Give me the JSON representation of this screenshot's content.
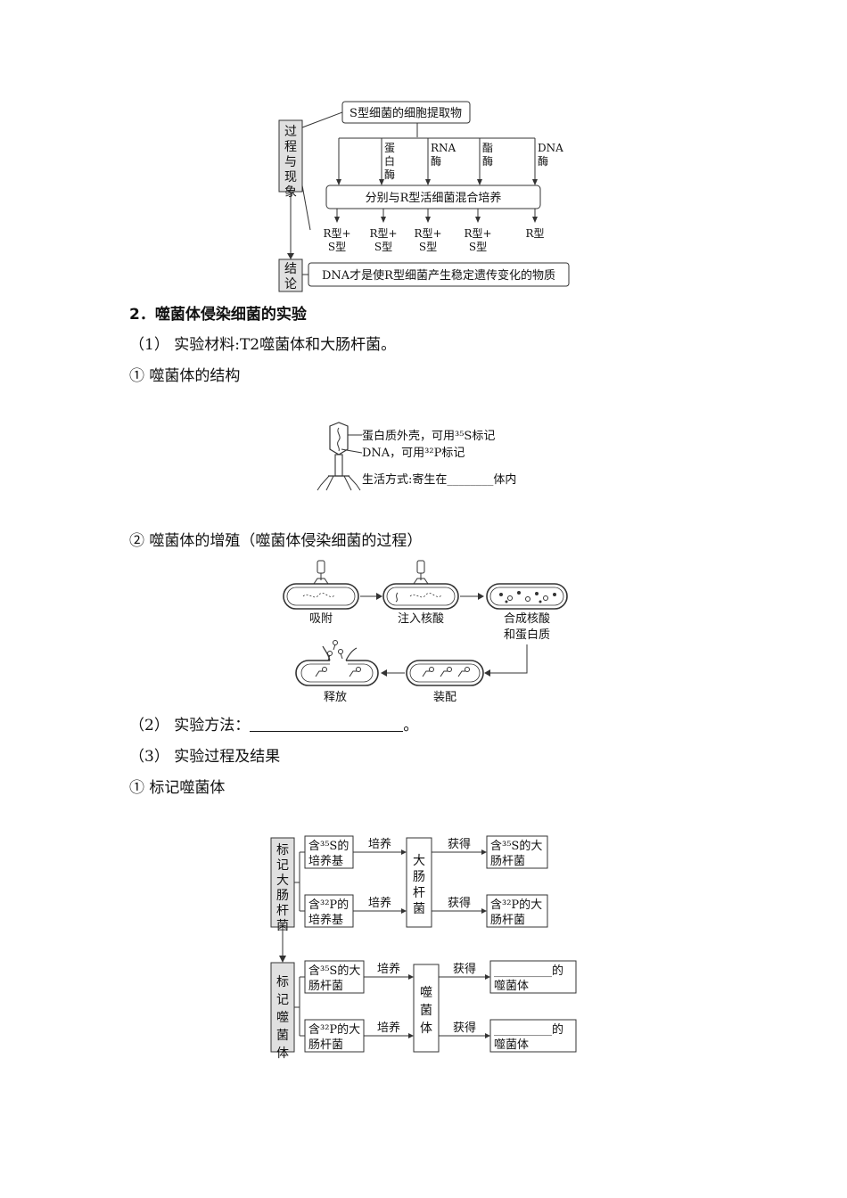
{
  "diagram1": {
    "side_top": "过程与现象",
    "side_bottom": "结论",
    "extract": "S型细菌的细胞提取物",
    "enzymes": [
      {
        "lines": [
          "蛋",
          "白",
          "酶"
        ]
      },
      {
        "lines": [
          "RNA",
          "酶"
        ]
      },
      {
        "lines": [
          "酯",
          "酶"
        ]
      },
      {
        "lines": [
          "DNA",
          "酶"
        ]
      }
    ],
    "mix": "分别与R型活细菌混合培养",
    "results": [
      {
        "lines": [
          "R型+",
          "S型"
        ]
      },
      {
        "lines": [
          "R型+",
          "S型"
        ]
      },
      {
        "lines": [
          "R型+",
          "S型"
        ]
      },
      {
        "lines": [
          "R型+",
          "S型"
        ]
      },
      {
        "lines": [
          "R型"
        ]
      }
    ],
    "conclusion": "DNA才是使R型细菌产生稳定遗传变化的物质"
  },
  "section2": {
    "heading": "2．噬菌体侵染细菌的实验",
    "p1": "（1）  实验材料:T2噬菌体和大肠杆菌。",
    "p2": "① 噬菌体的结构"
  },
  "phage": {
    "label1": "蛋白质外壳，可用³⁵S标记",
    "label2": "DNA，可用³²P标记",
    "label3": "生活方式:寄生在________体内"
  },
  "cycle": {
    "caption": "② 噬菌体的增殖（噬菌体侵染细菌的过程）",
    "stages": [
      "吸附",
      "注入核酸",
      "合成核酸",
      "和蛋白质",
      "装配",
      "释放"
    ]
  },
  "method": {
    "p_prefix": "（2）  实验方法：",
    "p_suffix": "。",
    "p3": "（3）  实验过程及结果",
    "p4": "① 标记噬菌体"
  },
  "diagram3": {
    "side_top": "标记大肠杆菌",
    "side_bottom": "标记噬菌体",
    "top_sources": [
      [
        "含³⁵S的",
        "培养基"
      ],
      [
        "含³²P的",
        "培养基"
      ]
    ],
    "culture": "培养",
    "obtain": "获得",
    "host": "大肠杆菌",
    "top_results": [
      [
        "含³⁵S的大",
        "肠杆菌"
      ],
      [
        "含³²P的大",
        "肠杆菌"
      ]
    ],
    "bottom_sources": [
      [
        "含³⁵S的大",
        "肠杆菌"
      ],
      [
        "含³²P的大",
        "肠杆菌"
      ]
    ],
    "phage": "噬菌体",
    "bottom_results": [
      [
        "__________的",
        "噬菌体"
      ],
      [
        "__________的",
        "噬菌体"
      ]
    ]
  }
}
